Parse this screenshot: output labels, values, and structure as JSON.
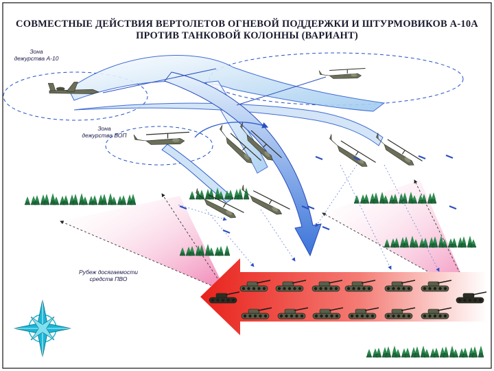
{
  "title": {
    "line1": "СОВМЕСТНЫЕ ДЕЙСТВИЯ ВЕРТОЛЕТОВ ОГНЕВОЙ ПОДДЕРЖКИ И ШТУРМОВИКОВ А-10А",
    "line2": "ПРОТИВ ТАНКОВОЙ КОЛОННЫ (ВАРИАНТ)"
  },
  "labels": {
    "a10_zone": [
      "Зона",
      "дежурства  А-10"
    ],
    "vop_zone": [
      "Зона",
      "дежурства  ВОП"
    ],
    "pvo_line": [
      "Рубеж досягаемости",
      "средств ПВО"
    ]
  },
  "colors": {
    "sky_arrow": "#a9d0ef",
    "strike_arrow": "#3a6fd6",
    "column_arrow": "#e8221b",
    "pvo_sector": "#f29ac1",
    "forest": "#1e6a3a",
    "tank": "#5a5f4a",
    "aircraft": "#6b6e58",
    "compass": "#19b6d6"
  },
  "icons": {
    "attack_aircraft": "a10-aircraft-icon",
    "helicopter": "attack-helicopter-icon",
    "tank": "tank-icon",
    "forest": "forest-icon",
    "compass": "compass-rose-icon"
  }
}
